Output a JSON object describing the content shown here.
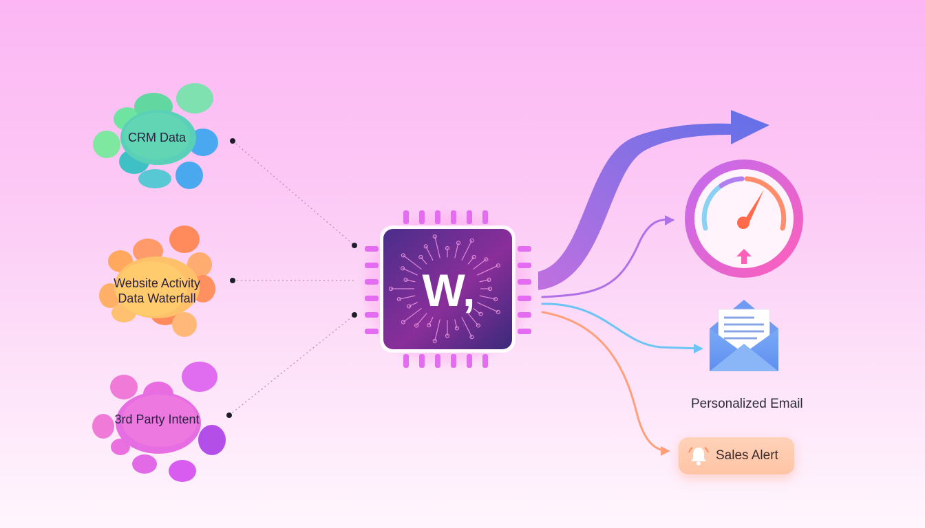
{
  "inputs": [
    {
      "label_lines": [
        "CRM Data"
      ]
    },
    {
      "label_lines": [
        "Website Activity",
        "Data Waterfall"
      ]
    },
    {
      "label_lines": [
        "3rd Party Intent"
      ]
    }
  ],
  "processor": {
    "logo_text": "W,"
  },
  "outputs": {
    "gauge_icon": "speedometer-icon",
    "email_icon": "envelope-icon",
    "email_label": "Personalized Email",
    "alert_icon": "bell-icon",
    "alert_label": "Sales Alert"
  },
  "colors": {
    "crm": [
      "#6fe3a0",
      "#58c9d4",
      "#4aa8f0"
    ],
    "website": [
      "#ffb066",
      "#ff8a5c",
      "#ffcf6a"
    ],
    "intent": [
      "#f07ad8",
      "#d85cf0",
      "#b44ee8"
    ],
    "chip_body": [
      "#4a2e8a",
      "#8a2e9a",
      "#3a2a7a"
    ],
    "chip_pins": "#e46cf0",
    "big_arrow": [
      "#c070e0",
      "#6070e8"
    ],
    "gauge_ring": [
      "#c06cf0",
      "#ff5fb8"
    ],
    "line_gauge": "#b070e8",
    "line_email": "#6cc4f4",
    "line_alert": "#ffa07a"
  }
}
